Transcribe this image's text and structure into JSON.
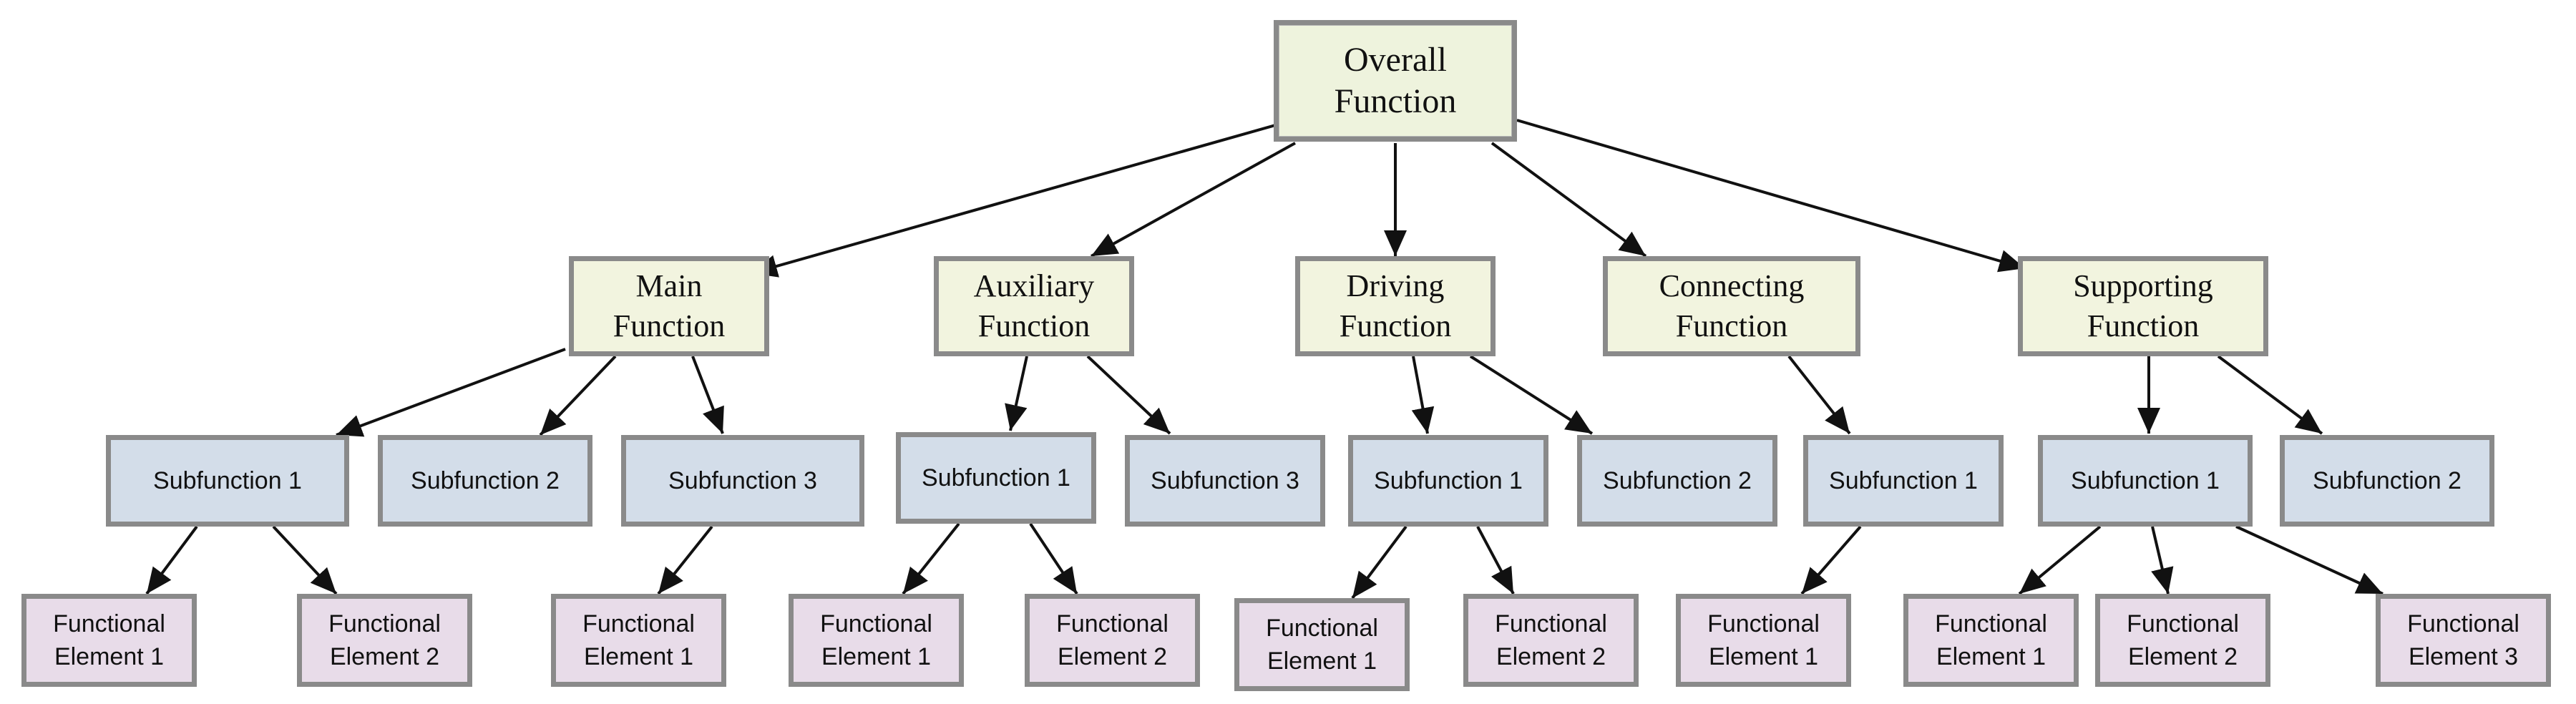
{
  "root": {
    "label": "Overall\nFunction"
  },
  "functions": [
    {
      "label": "Main\nFunction",
      "subfunctions": [
        {
          "label": "Subfunction 1",
          "elements": [
            "Functional\nElement 1",
            "Functional\nElement 2"
          ]
        },
        {
          "label": "Subfunction 2",
          "elements": []
        },
        {
          "label": "Subfunction 3",
          "elements": [
            "Functional\nElement 1"
          ]
        }
      ]
    },
    {
      "label": "Auxiliary\nFunction",
      "subfunctions": [
        {
          "label": "Subfunction 1",
          "elements": [
            "Functional\nElement 1",
            "Functional\nElement 2"
          ]
        },
        {
          "label": "Subfunction 3",
          "elements": []
        }
      ]
    },
    {
      "label": "Driving\nFunction",
      "subfunctions": [
        {
          "label": "Subfunction 1",
          "elements": [
            "Functional\nElement 1",
            "Functional\nElement 2"
          ]
        },
        {
          "label": "Subfunction 2",
          "elements": []
        }
      ]
    },
    {
      "label": "Connecting\nFunction",
      "subfunctions": [
        {
          "label": "Subfunction 1",
          "elements": [
            "Functional\nElement 1"
          ]
        }
      ]
    },
    {
      "label": "Supporting\nFunction",
      "subfunctions": [
        {
          "label": "Subfunction 1",
          "elements": [
            "Functional\nElement 1",
            "Functional\nElement 2",
            "Functional\nElement 3"
          ]
        },
        {
          "label": "Subfunction 2",
          "elements": []
        }
      ]
    }
  ],
  "colors": {
    "root_fill": "#eef3dd",
    "function_fill": "#f2f4df",
    "subfunction_fill": "#d3dde9",
    "element_fill": "#e8dce9",
    "border": "#8a8a8a",
    "arrow": "#111111"
  }
}
